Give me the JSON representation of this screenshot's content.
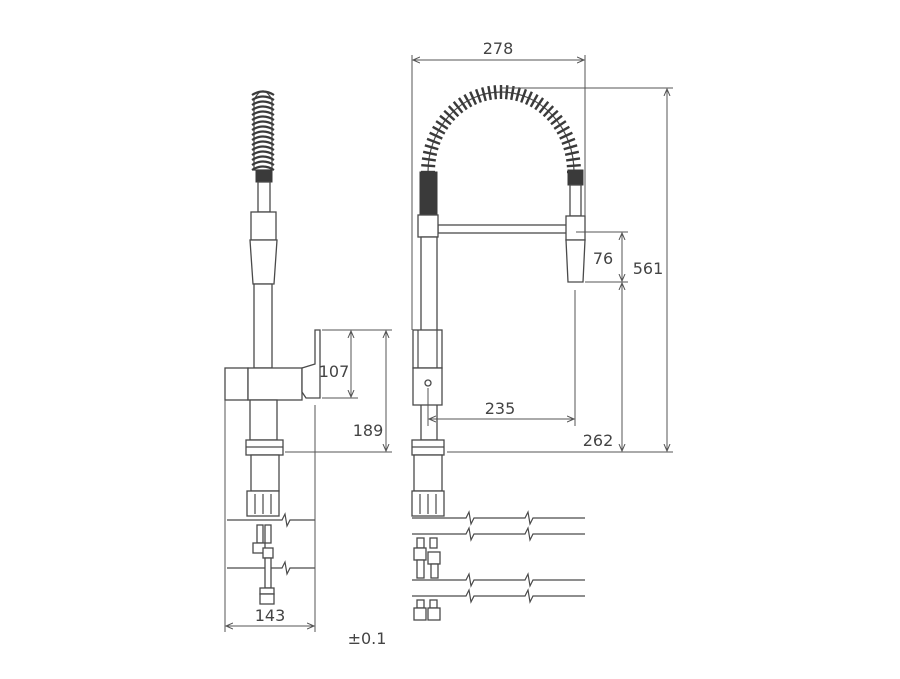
{
  "title": "Pull-down spring kitchen faucet dimension drawing",
  "dimensions": {
    "overall_width": "278",
    "overall_height": "561",
    "spray_head_height": "76",
    "lever_height": "107",
    "body_height": "189",
    "reach": "235",
    "spout_clearance": "262",
    "side_depth": "143"
  },
  "tolerance": "±0.1",
  "colors": {
    "line": "#4a4a4a",
    "text": "#444444",
    "dark_band": "#3a3a3a"
  }
}
